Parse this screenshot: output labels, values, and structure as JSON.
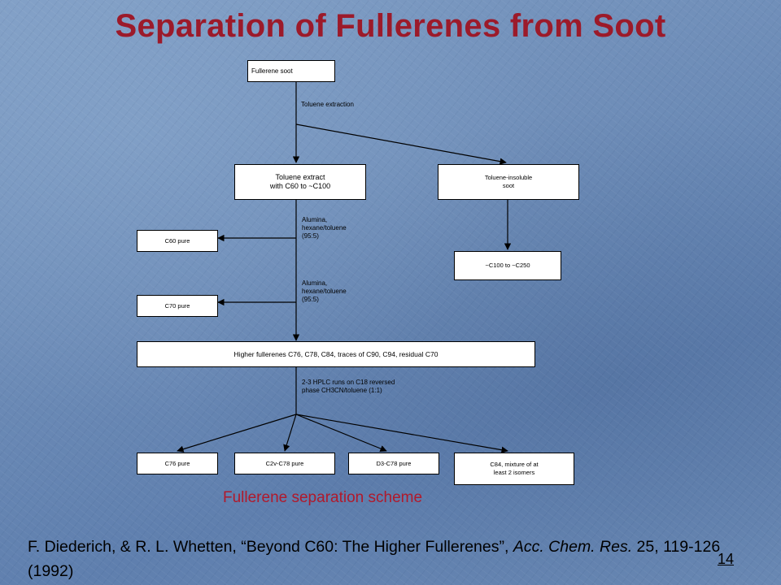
{
  "slide": {
    "title": "Separation of Fullerenes from Soot",
    "caption": "Fullerene separation scheme",
    "reference": {
      "prefix": "F. Diederich, & R. L. Whetten, “Beyond C60:  The Higher Fullerenes”, ",
      "journal": "Acc. Chem. Res.",
      "suffix": " 25, 119-126 (1992)"
    },
    "page_number": "14"
  },
  "diagram": {
    "nodes": {
      "soot": "Fullerene soot",
      "extract_line1": "Toluene extract",
      "extract_line2": "with C60 to ~C100",
      "insoluble_line1": "Toluene-insoluble",
      "insoluble_line2": "soot",
      "c60": "C60 pure",
      "c70": "C70 pure",
      "c100": "~C100 to ~C250",
      "higher": "Higher fullerenes C76, C78, C84, traces of C90, C94, residual C70",
      "c76": "C76 pure",
      "c2v": "C2v-C78 pure",
      "d3": "D3-C78 pure",
      "c84_line1": "C84, mixture of at",
      "c84_line2": "least 2 isomers"
    },
    "edges": {
      "toluene_extraction": "Toluene extraction",
      "alumina1_line1": "Alumina,",
      "alumina1_line2": "hexane/toluene",
      "alumina1_line3": "(95:5)",
      "alumina2_line1": "Alumina,",
      "alumina2_line2": "hexane/toluene",
      "alumina2_line3": "(95:5)",
      "hplc_line1": "2-3 HPLC runs on C18 reversed",
      "hplc_line2": "phase CH3CN/toluene (1:1)"
    }
  }
}
